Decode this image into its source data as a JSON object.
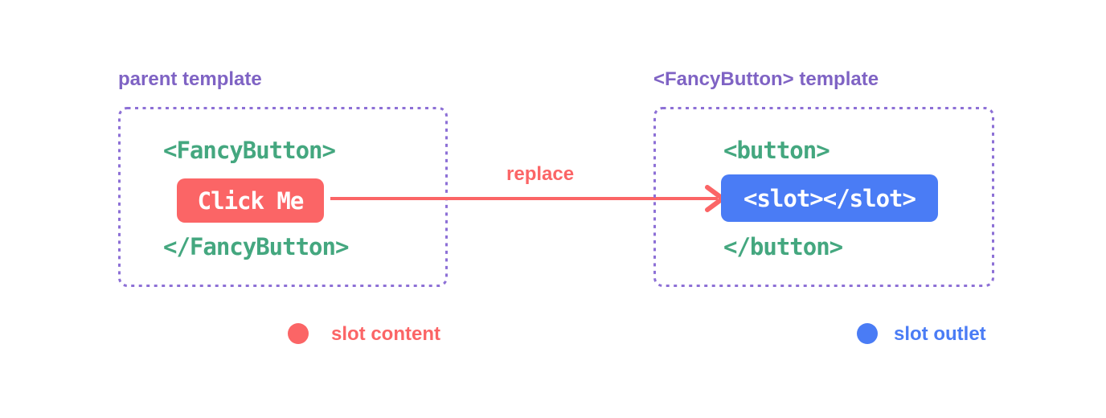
{
  "colors": {
    "coral": "#fb6566",
    "blue": "#4a7cf5",
    "green": "#44a77f",
    "purple": "#7f63c4",
    "purple-border": "#8d70d6",
    "white": "#ffffff",
    "bg": "#ffffff"
  },
  "parent_panel": {
    "title": "parent template",
    "open_tag": "<FancyButton>",
    "button_label": "Click Me",
    "close_tag": "</FancyButton>"
  },
  "arrow": {
    "label": "replace"
  },
  "fancy_button_panel": {
    "title": "<FancyButton> template",
    "open_tag": "<button>",
    "slot_label": "<slot></slot>",
    "close_tag": "</button>"
  },
  "legend": {
    "slot_content": "slot content",
    "slot_outlet": "slot outlet"
  }
}
